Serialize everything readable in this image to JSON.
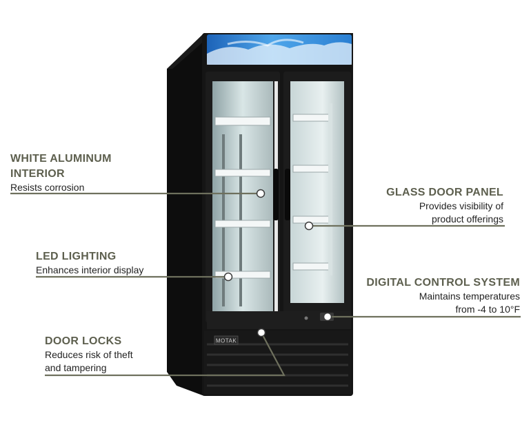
{
  "brand": "MOTAK",
  "colors": {
    "label": "#5d5f4e",
    "line": "#6e705d",
    "cabinet": "#151515",
    "header_blue": "#2f8ad8"
  },
  "callouts": {
    "interior": {
      "title": "WHITE ALUMINUM INTERIOR",
      "title_line1": "WHITE ALUMINUM",
      "title_line2": "INTERIOR",
      "desc": "Resists corrosion"
    },
    "glass": {
      "title": "GLASS DOOR PANEL",
      "desc_line1": "Provides visibility of",
      "desc_line2": "product offerings"
    },
    "led": {
      "title": "LED LIGHTING",
      "desc": "Enhances interior display"
    },
    "control": {
      "title": "DIGITAL CONTROL SYSTEM",
      "desc_line1": "Maintains temperatures",
      "desc_line2": "from -4 to 10°F"
    },
    "locks": {
      "title": "DOOR LOCKS",
      "desc_line1": "Reduces risk of theft",
      "desc_line2": "and tampering"
    }
  }
}
